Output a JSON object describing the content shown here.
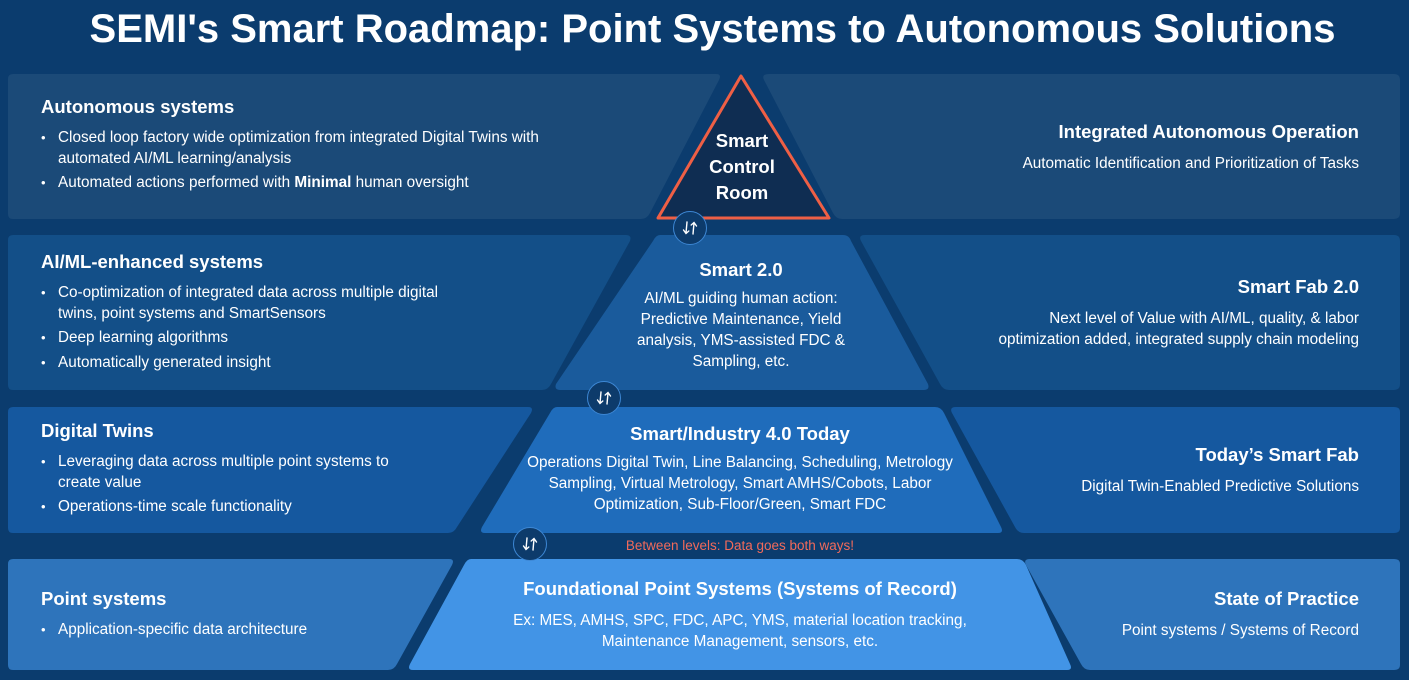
{
  "title": "SEMI's Smart Roadmap: Point Systems to Autonomous Solutions",
  "colors": {
    "background": "#0b3c6e",
    "level1": "#1b4a78",
    "level2": "#134f88",
    "level3": "#15589f",
    "level4": "#2e74bb",
    "pyramid2": "#1a5b9c",
    "pyramid3": "#1f6cbb",
    "pyramid4": "#4294e6",
    "apex_fill": "#0f2d52",
    "apex_stroke": "#ef5f45",
    "note": "#f26a5a"
  },
  "levels": [
    {
      "left": {
        "heading": "Autonomous systems",
        "bullets": [
          {
            "pre": "Closed loop factory wide optimization from integrated Digital Twins with automated AI/ML learning/analysis",
            "bold": "",
            "post": ""
          },
          {
            "pre": "Automated actions performed with ",
            "bold": "Minimal",
            "post": " human oversight"
          }
        ]
      },
      "center": {
        "heading": "Smart Control Room",
        "lines": [
          "Smart",
          "Control",
          "Room"
        ]
      },
      "right": {
        "heading": "Integrated Autonomous Operation",
        "text": "Automatic Identification and Prioritization of Tasks"
      }
    },
    {
      "left": {
        "heading": "AI/ML-enhanced systems",
        "bullets": [
          {
            "pre": "Co-optimization of integrated data across multiple digital twins, point systems and SmartSensors",
            "bold": "",
            "post": ""
          },
          {
            "pre": "Deep learning algorithms",
            "bold": "",
            "post": ""
          },
          {
            "pre": "Automatically generated insight",
            "bold": "",
            "post": ""
          }
        ]
      },
      "center": {
        "heading": "Smart 2.0",
        "text": "AI/ML guiding human action: Predictive Maintenance, Yield analysis, YMS-assisted FDC & Sampling, etc."
      },
      "right": {
        "heading": "Smart Fab 2.0",
        "text": "Next level of Value with AI/ML, quality, & labor optimization added, integrated supply chain modeling"
      }
    },
    {
      "left": {
        "heading": "Digital Twins",
        "bullets": [
          {
            "pre": "Leveraging data across multiple point systems to create value",
            "bold": "",
            "post": ""
          },
          {
            "pre": "Operations-time scale functionality",
            "bold": "",
            "post": ""
          }
        ]
      },
      "center": {
        "heading": "Smart/Industry 4.0 Today",
        "text": "Operations Digital Twin, Line Balancing, Scheduling, Metrology Sampling, Virtual Metrology, Smart AMHS/Cobots, Labor Optimization, Sub-Floor/Green, Smart FDC"
      },
      "right": {
        "heading": "Today’s Smart Fab",
        "text": "Digital Twin-Enabled Predictive Solutions"
      }
    },
    {
      "left": {
        "heading": "Point systems",
        "bullets": [
          {
            "pre": "Application-specific data architecture",
            "bold": "",
            "post": ""
          }
        ]
      },
      "center": {
        "heading": "Foundational Point Systems (Systems of Record)",
        "text": "Ex: MES, AMHS, SPC, FDC, APC, YMS, material location tracking, Maintenance Management, sensors, etc."
      },
      "right": {
        "heading": "State of Practice",
        "text": "Point systems / Systems of Record"
      }
    }
  ],
  "connector_icon": "bidirectional-arrows-icon",
  "note": "Between levels: Data goes both ways!"
}
